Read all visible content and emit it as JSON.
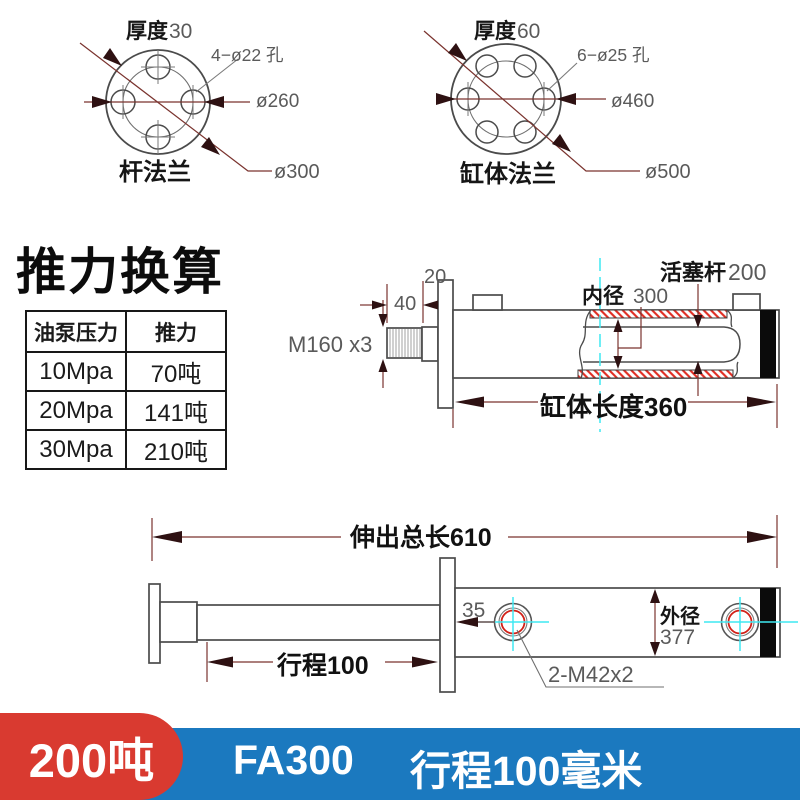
{
  "title": "推力换算",
  "flange_left": {
    "thickness_label": "厚度",
    "thickness_value": "30",
    "holes": "4−ø22 孔",
    "bolt_circle_dia": "ø260",
    "outer_dia": "ø300",
    "caption": "杆法兰"
  },
  "flange_right": {
    "thickness_label": "厚度",
    "thickness_value": "60",
    "holes": "6−ø25 孔",
    "bolt_circle_dia": "ø460",
    "outer_dia": "ø500",
    "caption": "缸体法兰"
  },
  "thrust_table": {
    "headers": [
      "油泵压力",
      "推力"
    ],
    "rows": [
      [
        "10Mpa",
        "70吨"
      ],
      [
        "20Mpa",
        "141吨"
      ],
      [
        "30Mpa",
        "210吨"
      ]
    ]
  },
  "section_view": {
    "dim_20": "20",
    "dim_40": "40",
    "thread_spec": "M160 x3",
    "rod_label": "活塞杆",
    "rod_value": "200",
    "bore_label": "内径",
    "bore_value": "300",
    "body_length": "缸体长度360"
  },
  "extended_view": {
    "total_length": "伸出总长610",
    "stroke": "行程100",
    "port_offset": "35",
    "od_label": "外径",
    "od_value": "377",
    "port_spec": "2-M42x2"
  },
  "banner": {
    "tonnage": "200吨",
    "model": "FA300",
    "stroke_text": "行程100毫米"
  },
  "colors": {
    "banner_blue": "#1b79bf",
    "badge_red": "#d93a30",
    "hatch_red": "#e02a20",
    "centerline_cyan": "#3fe9f2",
    "dimension_maroon": "#7a332e",
    "drawing_gray": "#4b4b4b"
  }
}
